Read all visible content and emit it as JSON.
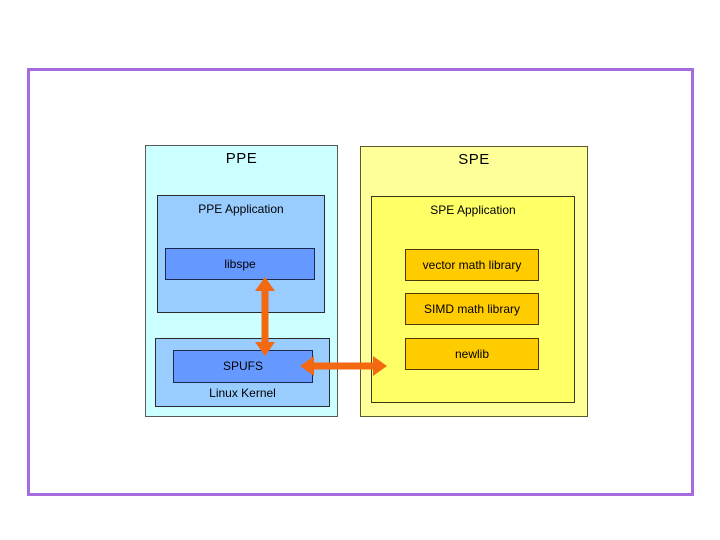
{
  "colors": {
    "frame_border": "#a76be0",
    "ppe_outer_fill": "#ccffff",
    "ppe_inner_fill": "#99ccff",
    "blue_module_fill": "#6699ff",
    "spe_outer_fill": "#ffff99",
    "spe_inner_fill": "#ffff66",
    "yellow_module_fill": "#ffcc00",
    "arrow": "#f26911"
  },
  "diagram": {
    "ppe": {
      "title": "PPE",
      "application": {
        "title": "PPE Application",
        "module": "libspe"
      },
      "kernel": {
        "title": "Linux Kernel",
        "module": "SPUFS"
      }
    },
    "spe": {
      "title": "SPE",
      "application": {
        "title": "SPE Application",
        "modules": [
          "vector math library",
          "SIMD math library",
          "newlib"
        ]
      }
    }
  }
}
